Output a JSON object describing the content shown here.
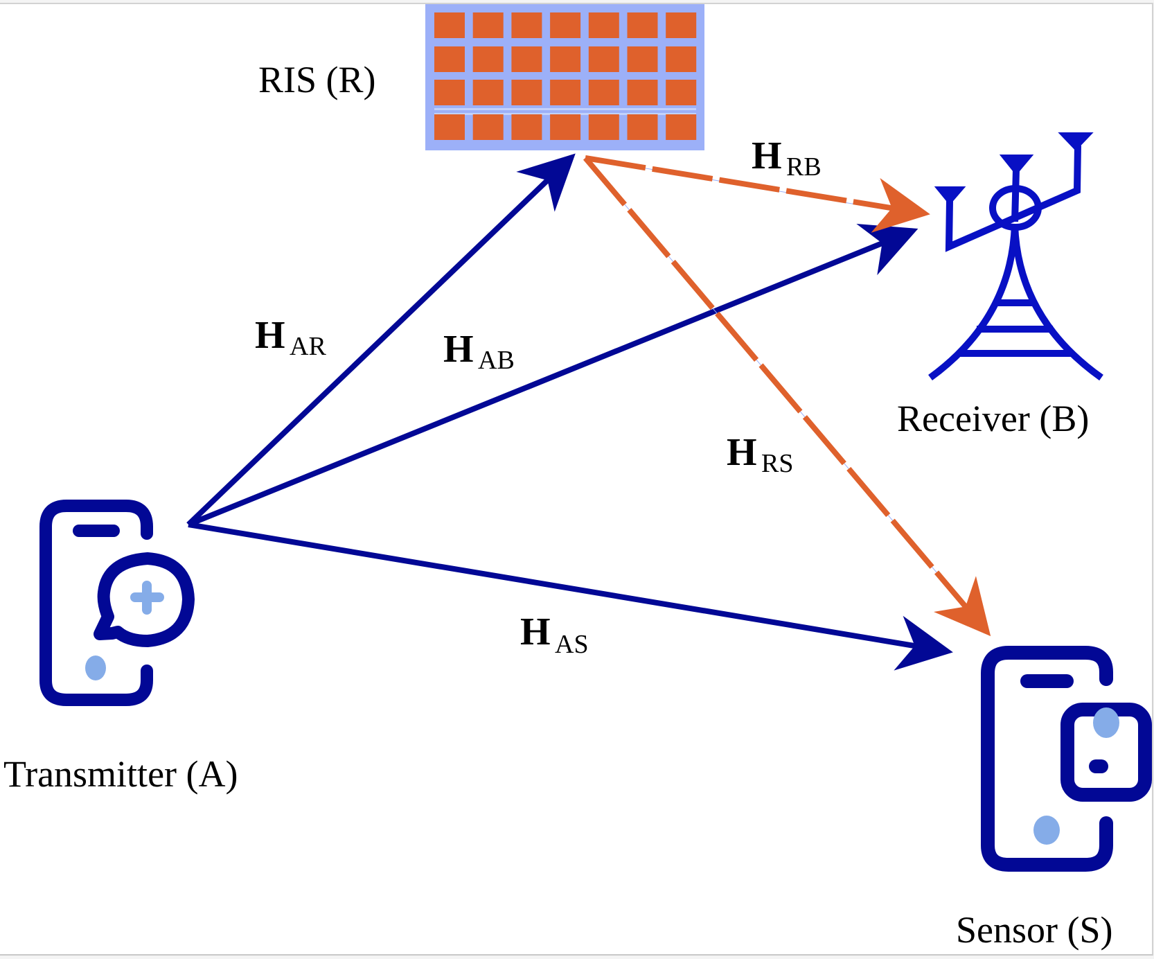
{
  "title": "RIS-assisted wireless system model",
  "colors": {
    "direct_link": "#020895",
    "ris_link": "#DF612C",
    "ris_panel": "#9CB0F8",
    "ris_element": "#DF612C",
    "tower": "#0810C4",
    "device_outline": "#020895",
    "device_accent": "#85ACE8",
    "dash_gap_line": "#9CB0F8"
  },
  "nodes": {
    "transmitter": {
      "label": "Transmitter (A)",
      "icon": "smartphone-medical-chat-icon"
    },
    "ris": {
      "label": "RIS (R)",
      "icon": "ris-panel-icon",
      "rows": 4,
      "columns": 7
    },
    "receiver": {
      "label": "Receiver (B)",
      "icon": "cell-tower-antenna-icon"
    },
    "sensor": {
      "label": "Sensor (S)",
      "icon": "smartphone-with-device-icon"
    }
  },
  "channels": [
    {
      "id": "AR",
      "symbol": "H",
      "subscript": "AR",
      "from": "transmitter",
      "to": "ris",
      "style": "solid"
    },
    {
      "id": "AB",
      "symbol": "H",
      "subscript": "AB",
      "from": "transmitter",
      "to": "receiver",
      "style": "solid"
    },
    {
      "id": "AS",
      "symbol": "H",
      "subscript": "AS",
      "from": "transmitter",
      "to": "sensor",
      "style": "solid"
    },
    {
      "id": "RB",
      "symbol": "H",
      "subscript": "RB",
      "from": "ris",
      "to": "receiver",
      "style": "dashed"
    },
    {
      "id": "RS",
      "symbol": "H",
      "subscript": "RS",
      "from": "ris",
      "to": "sensor",
      "style": "dashed"
    }
  ]
}
